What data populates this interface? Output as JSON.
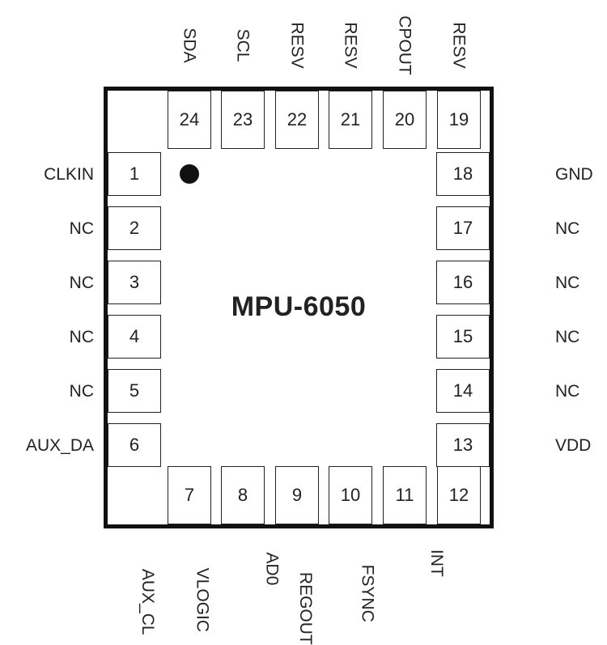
{
  "chip": {
    "title": "MPU-6050"
  },
  "pins": {
    "top": [
      {
        "num": "24",
        "name": "SDA"
      },
      {
        "num": "23",
        "name": "SCL"
      },
      {
        "num": "22",
        "name": "RESV"
      },
      {
        "num": "21",
        "name": "RESV"
      },
      {
        "num": "20",
        "name": "CPOUT"
      },
      {
        "num": "19",
        "name": "RESV"
      }
    ],
    "left": [
      {
        "num": "1",
        "name": "CLKIN"
      },
      {
        "num": "2",
        "name": "NC"
      },
      {
        "num": "3",
        "name": "NC"
      },
      {
        "num": "4",
        "name": "NC"
      },
      {
        "num": "5",
        "name": "NC"
      },
      {
        "num": "6",
        "name": "AUX_DA"
      }
    ],
    "right": [
      {
        "num": "18",
        "name": "GND"
      },
      {
        "num": "17",
        "name": "NC"
      },
      {
        "num": "16",
        "name": "NC"
      },
      {
        "num": "15",
        "name": "NC"
      },
      {
        "num": "14",
        "name": "NC"
      },
      {
        "num": "13",
        "name": "VDD"
      }
    ],
    "bottom": [
      {
        "num": "7",
        "name": "AUX_CL"
      },
      {
        "num": "8",
        "name": "VLOGIC"
      },
      {
        "num": "9",
        "name": "AD0"
      },
      {
        "num": "10",
        "name": "REGOUT"
      },
      {
        "num": "11",
        "name": "FSYNC"
      },
      {
        "num": "12",
        "name": "INT"
      }
    ]
  }
}
